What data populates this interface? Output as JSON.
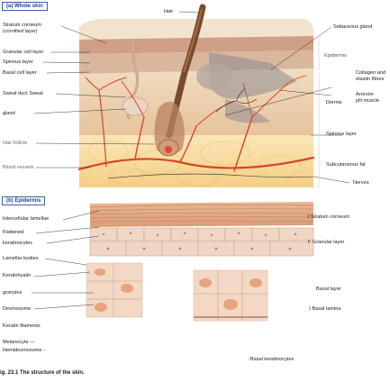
{
  "panels": {
    "a_title": "(a) Whole skin",
    "b_title": "(b) Epidermis"
  },
  "labels_a": {
    "hair": "Hair",
    "stratum_corneum_1": "Stratum corneum",
    "stratum_corneum_2": "(cornified layer)",
    "granular_cell_layer": "Granular cell layer",
    "spinous_layer": "Spinous layer",
    "basal_cell_layer": "Basal cell layer",
    "sweat_duct": "Sweat duct Sweat",
    "gland": "gland",
    "hair_follicle": "Hair follicle",
    "blood_vessels": "Blood vessels",
    "sebaceous_gland": "Sebaceous gland",
    "epidermis": "Epidermis",
    "collagen_1": "Collagen and",
    "collagen_2": "elastin fibres",
    "arrector_1": "Arrector",
    "arrector_2": "pili muscle",
    "dermis": "Dermis",
    "spinous_layer_right": "Spinous layer",
    "subcutaneous_fat": "Subcutaneous fat",
    "nerves": "Nerves"
  },
  "labels_b": {
    "intercellular_lamellae": "Intercellular lamellae",
    "flattened": "Flattened",
    "keratinocytes": "keratinocytes",
    "lamellar_bodies": "Lamellar bodies",
    "keratohyalin": "Keratohyalin",
    "granules": "granules",
    "desmosome": "Desmosome",
    "keratin_filaments": "Keratin filaments",
    "melanocyte": "Melanocyte —",
    "hemidesmosome": "Hemidesmosome -",
    "stratum_corneum": "f Stratum corneum",
    "granular_layer": "f- Granular layer",
    "basal_layer": "Basal layer",
    "basal_lamina": ") Basal lamina",
    "basal_keratinocytes": "-Basal keratinocytes"
  },
  "caption": "ig. 23.1    The structure of the skin.",
  "colors": {
    "skin_surface": "#e8c29a",
    "fat": "#f6d89a",
    "vessel": "#d8452a",
    "hair": "#7a4a2c",
    "label_line": "#2a2a2a",
    "panel_border": "#3b5fa8"
  }
}
